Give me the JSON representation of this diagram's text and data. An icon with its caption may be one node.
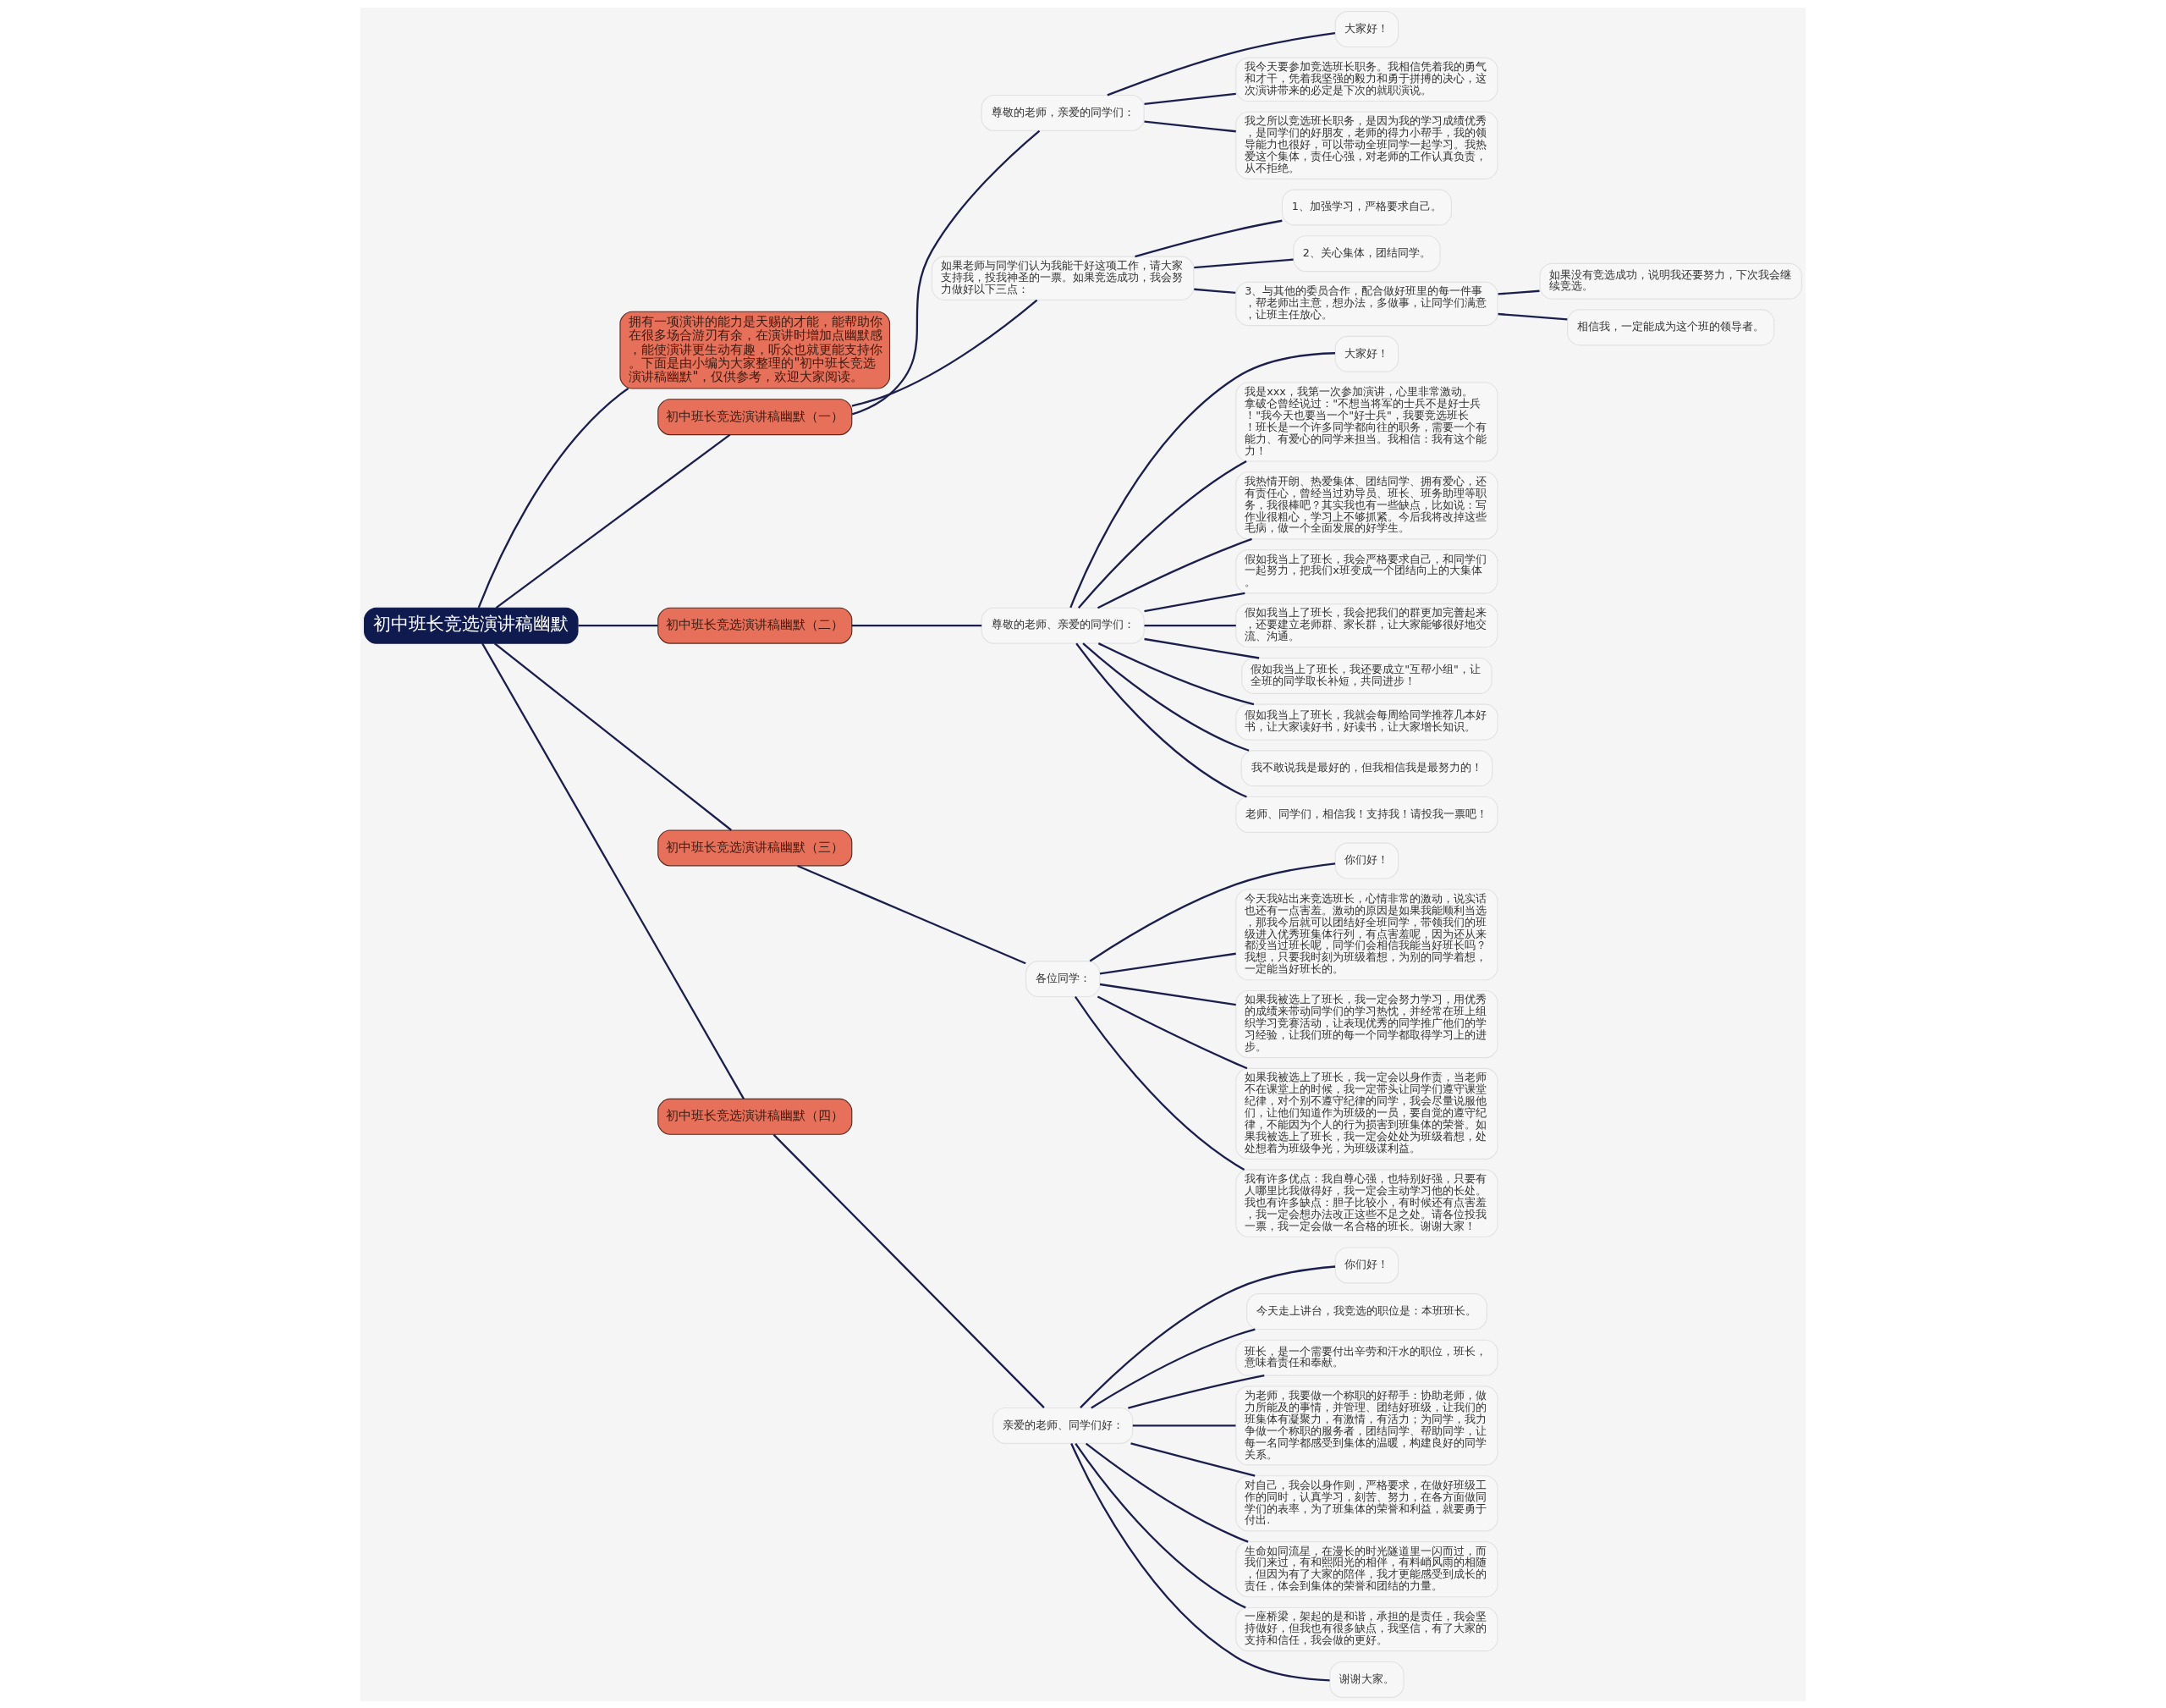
{
  "diagram": {
    "nodes": [
      {
        "text": [
          "初中班长竞选演讲稿幽默"
        ]
      },
      {
        "text": [
          "拥有一项演讲的能力是天赐的才能，能帮助你在很多场合游刃有余，在演讲时增加点幽默感，能使演讲更生动有趣，听众也就更能支持你。下面是由小编为大家整理的\"初中班长竞选演讲稿幽默\"，仅供参考，欢迎大家阅读。"
        ]
      },
      {
        "text": [
          "初中班长竞选演讲稿幽默（一）"
        ]
      },
      {
        "text": [
          "尊敬的老师，亲爱的同学们："
        ]
      },
      {
        "text": [
          "大家好！"
        ]
      },
      {
        "text": [
          "我今天要参加竞选班长职务。我相信凭着我的勇气和才干，凭着我坚强的毅力和勇于拼搏的决心，这次演讲带来的必定是下次的就职演说。"
        ]
      },
      {
        "text": [
          "我之所以竞选班长职务，是因为我的学习成绩优秀，是同学们的好朋友，老师的得力小帮手，我的领导能力也很好，可以带动全班同学一起学习。我热爱这个集体，责任心强，对老师的工作认真负责，从不拒绝。"
        ]
      },
      {
        "text": [
          "如果老师与同学们认为我能干好这项工作，请大家支持我，投我神圣的一票。如果竞选成功，我会努力做好以下三点："
        ]
      },
      {
        "text": [
          "1、加强学习，严格要求自己。"
        ]
      },
      {
        "text": [
          "2、关心集体，团结同学。"
        ]
      },
      {
        "text": [
          "3、与其他的委员合作，配合做好班里的每一件事，帮老师出主意，想办法，多做事，让同学们满意，让班主任放心。"
        ]
      },
      {
        "text": [
          "如果没有竞选成功，说明我还要努力，下次我会继续竞选。"
        ]
      },
      {
        "text": [
          "相信我，一定能成为这个班的领导者。"
        ]
      },
      {
        "text": [
          "初中班长竞选演讲稿幽默（二）"
        ]
      },
      {
        "text": [
          "尊敬的老师、亲爱的同学们："
        ]
      },
      {
        "text": [
          "大家好！"
        ]
      },
      {
        "text": [
          "我是xxx，我第一次参加演讲，心里非常激动。拿破仑曾经说过：\"不想当将军的士兵不是好士兵！\"我今天也要当一个\"好士兵\"，我要竞选班长！班长是一个许多同学都向往的职务，需要一个有能力、有爱心的同学来担当。我相信：我有这个能力！"
        ]
      },
      {
        "text": [
          "我热情开朗、热爱集体、团结同学、拥有爱心，还有责任心，曾经当过劝导员、班长、班务助理等职务，我很棒吧？其实我也有一些缺点，比如说：写作业很粗心，学习上不够抓紧。今后我将改掉这些毛病，做一个全面发展的好学生。"
        ]
      },
      {
        "text": [
          "假如我当上了班长，我会严格要求自己，和同学们一起努力，把我们x班变成一个团结向上的大集体。"
        ]
      },
      {
        "text": [
          "假如我当上了班长，我会把我们的群更加完善起来，还要建立老师群、家长群，让大家能够很好地交流、沟通。"
        ]
      },
      {
        "text": [
          "假如我当上了班长，我还要成立\"互帮小组\"，让全班的同学取长补短，共同进步！"
        ]
      },
      {
        "text": [
          "假如我当上了班长，我就会每周给同学推荐几本好书，让大家读好书，好读书，让大家增长知识。"
        ]
      },
      {
        "text": [
          "我不敢说我是最好的，但我相信我是最努力的！"
        ]
      },
      {
        "text": [
          "老师、同学们，相信我！支持我！请投我一票吧！"
        ]
      },
      {
        "text": [
          "初中班长竞选演讲稿幽默（三）"
        ]
      },
      {
        "text": [
          "各位同学："
        ]
      },
      {
        "text": [
          "你们好！"
        ]
      },
      {
        "text": [
          "今天我站出来竞选班长，心情非常的激动，说实话也还有一点害羞。激动的原因是如果我能顺利当选，那我今后就可以团结好全班同学，带领我们的班级进入优秀班集体行列，有点害羞呢，因为还从来都没当过班长呢，同学们会相信我能当好班长吗？我想，只要我时刻为班级着想，为别的同学着想，一定能当好班长的。"
        ]
      },
      {
        "text": [
          "如果我被选上了班长，我一定会努力学习，用优秀的成绩来带动同学们的学习热忱，并经常在班上组织学习竞赛活动，让表现优秀的同学推广他们的学习经验，让我们班的每一个同学都取得学习上的进步。"
        ]
      },
      {
        "text": [
          "如果我被选上了班长，我一定会以身作责，当老师不在课堂上的时候，我一定带头让同学们遵守课堂纪律，对个别不遵守纪律的同学，我会尽量说服他们，让他们知道作为班级的一员，要自觉的遵守纪律，不能因为个人的行为损害到班集体的荣誉。如果我被选上了班长，我一定会处处为班级着想，处处想着为班级争光，为班级谋利益。"
        ]
      },
      {
        "text": [
          "我有许多优点：我自尊心强，也特别好强，只要有人哪里比我做得好，我一定会主动学习他的长处。我也有许多缺点：胆子比较小，有时候还有点害羞，我一定会想办法改正这些不足之处。请各位投我一票，我一定会做一名合格的班长。谢谢大家！"
        ]
      },
      {
        "text": [
          "初中班长竞选演讲稿幽默（四）"
        ]
      },
      {
        "text": [
          "亲爱的老师、同学们好："
        ]
      },
      {
        "text": [
          "你们好！"
        ]
      },
      {
        "text": [
          "今天走上讲台，我竞选的职位是：本班班长。"
        ]
      },
      {
        "text": [
          "班长，是一个需要付出辛劳和汗水的职位，班长，意味着责任和奉献。"
        ]
      },
      {
        "text": [
          "为老师，我要做一个称职的好帮手：协助老师，做力所能及的事情，并管理、团结好班级，让我们的班集体有凝聚力，有激情，有活力；为同学，我力争做一个称职的服务者，团结同学、帮助同学，让每一名同学都感受到集体的温暖，构建良好的同学关系。"
        ]
      },
      {
        "text": [
          "对自己，我会以身作则，严格要求，在做好班级工作的同时，认真学习，刻苦、努力，在各方面做同学们的表率，为了班集体的荣誉和利益，就要勇于付出."
        ]
      },
      {
        "text": [
          "生命如同流星，在漫长的时光隧道里一闪而过，而我们来过，有和熙阳光的相伴，有料峭风雨的相随，但因为有了大家的陪伴，我才更能感受到成长的责任，体会到集体的荣誉和团结的力量。"
        ]
      },
      {
        "text": [
          "一座桥梁，架起的是和谐，承担的是责任，我会坚持做好，但我也有很多缺点，我坚信，有了大家的支持和信任，我会做的更好。"
        ]
      },
      {
        "text": [
          "谢谢大家。"
        ]
      }
    ],
    "edges": [
      {
        "from": 0,
        "to": 1,
        "arrow": "none"
      },
      {
        "from": 0,
        "to": 2,
        "arrow": "none"
      },
      {
        "from": 2,
        "to": 3,
        "arrow": "none"
      },
      {
        "from": 3,
        "to": 4,
        "arrow": "none"
      },
      {
        "from": 3,
        "to": 5,
        "arrow": "none"
      },
      {
        "from": 3,
        "to": 6,
        "arrow": "none"
      },
      {
        "from": 2,
        "to": 7,
        "arrow": "none"
      },
      {
        "from": 7,
        "to": 8,
        "arrow": "none"
      },
      {
        "from": 7,
        "to": 9,
        "arrow": "none"
      },
      {
        "from": 7,
        "to": 10,
        "arrow": "none"
      },
      {
        "from": 10,
        "to": 11,
        "arrow": "none"
      },
      {
        "from": 10,
        "to": 12,
        "arrow": "none"
      },
      {
        "from": 0,
        "to": 13,
        "arrow": "none"
      },
      {
        "from": 13,
        "to": 14,
        "arrow": "none"
      },
      {
        "from": 14,
        "to": 15,
        "arrow": "none"
      },
      {
        "from": 14,
        "to": 16,
        "arrow": "none"
      },
      {
        "from": 14,
        "to": 17,
        "arrow": "none"
      },
      {
        "from": 14,
        "to": 18,
        "arrow": "none"
      },
      {
        "from": 14,
        "to": 19,
        "arrow": "none"
      },
      {
        "from": 14,
        "to": 20,
        "arrow": "none"
      },
      {
        "from": 14,
        "to": 21,
        "arrow": "none"
      },
      {
        "from": 14,
        "to": 22,
        "arrow": "none"
      },
      {
        "from": 14,
        "to": 23,
        "arrow": "none"
      },
      {
        "from": 0,
        "to": 24,
        "arrow": "none"
      },
      {
        "from": 24,
        "to": 25,
        "arrow": "none"
      },
      {
        "from": 25,
        "to": 26,
        "arrow": "none"
      },
      {
        "from": 25,
        "to": 27,
        "arrow": "none"
      },
      {
        "from": 25,
        "to": 28,
        "arrow": "none"
      },
      {
        "from": 25,
        "to": 29,
        "arrow": "none"
      },
      {
        "from": 25,
        "to": 30,
        "arrow": "none"
      },
      {
        "from": 0,
        "to": 31,
        "arrow": "none"
      },
      {
        "from": 31,
        "to": 32,
        "arrow": "none"
      },
      {
        "from": 32,
        "to": 33,
        "arrow": "none"
      },
      {
        "from": 32,
        "to": 34,
        "arrow": "none"
      },
      {
        "from": 32,
        "to": 35,
        "arrow": "none"
      },
      {
        "from": 32,
        "to": 36,
        "arrow": "none"
      },
      {
        "from": 32,
        "to": 37,
        "arrow": "none"
      },
      {
        "from": 32,
        "to": 38,
        "arrow": "none"
      },
      {
        "from": 32,
        "to": 39,
        "arrow": "none"
      },
      {
        "from": 32,
        "to": 40,
        "arrow": "none"
      }
    ]
  }
}
